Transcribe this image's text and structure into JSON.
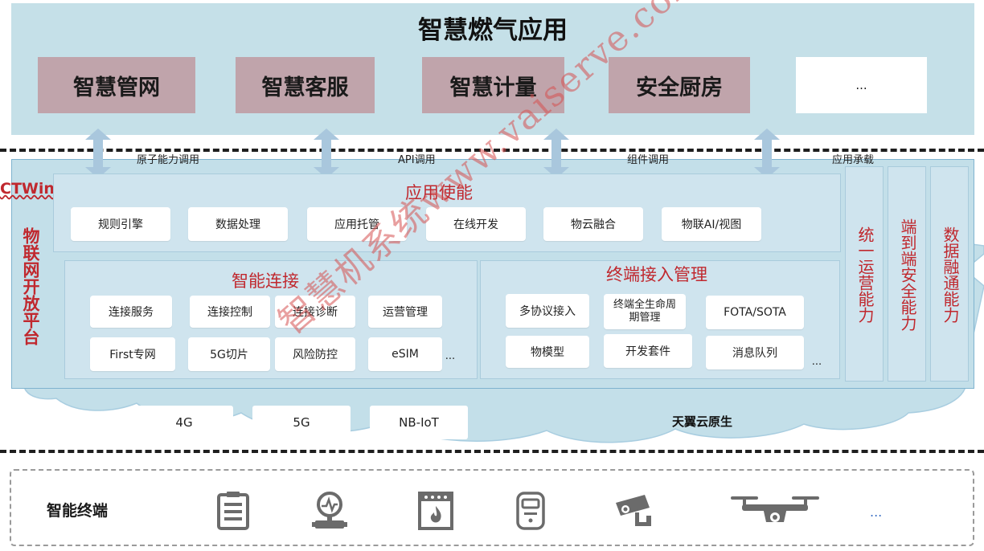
{
  "top": {
    "title": "智慧燃气应用",
    "apps": [
      "智慧管网",
      "智慧客服",
      "智慧计量",
      "安全厨房",
      "..."
    ]
  },
  "calls": [
    "原子能力调用",
    "API调用",
    "组件调用",
    "应用承载"
  ],
  "platform": {
    "brand": "CTWing",
    "name": "物联网开放平台",
    "app_enable": {
      "title": "应用使能",
      "items": [
        "规则引擎",
        "数据处理",
        "应用托管",
        "在线开发",
        "物云融合",
        "物联AI/视图"
      ]
    },
    "smart_connect": {
      "title": "智能连接",
      "row1": [
        "连接服务",
        "连接控制",
        "连接诊断",
        "运营管理"
      ],
      "row2": [
        "First专网",
        "5G切片",
        "风险防控",
        "eSIM"
      ],
      "more": "..."
    },
    "terminal_access": {
      "title": "终端接入管理",
      "row1": [
        "多协议接入",
        "终端全生命周期管理",
        "FOTA/SOTA"
      ],
      "row2": [
        "物模型",
        "开发套件",
        "消息队列"
      ],
      "more": "..."
    },
    "side_columns": [
      "统一运营能力",
      "端到端安全能力",
      "数据融通能力"
    ]
  },
  "network": {
    "items": [
      "4G",
      "5G",
      "NB-IoT"
    ],
    "cloud_label": "天翼云原生"
  },
  "terminals": {
    "label": "智能终端",
    "icons": [
      "smart-meter-icon",
      "pressure-gauge-icon",
      "gas-stove-icon",
      "gas-alarm-icon",
      "camera-icon",
      "drone-icon"
    ],
    "more": "..."
  },
  "watermark": "智慧机系统www.vaiserve.com",
  "colors": {
    "top_bg": "#c5e0e8",
    "app_box": "#c0a4ab",
    "platform_bg": "#c3dfe9",
    "accent_red": "#c0282e",
    "arrow": "#a9c7dd",
    "icon_gray": "#6b6b6b"
  }
}
